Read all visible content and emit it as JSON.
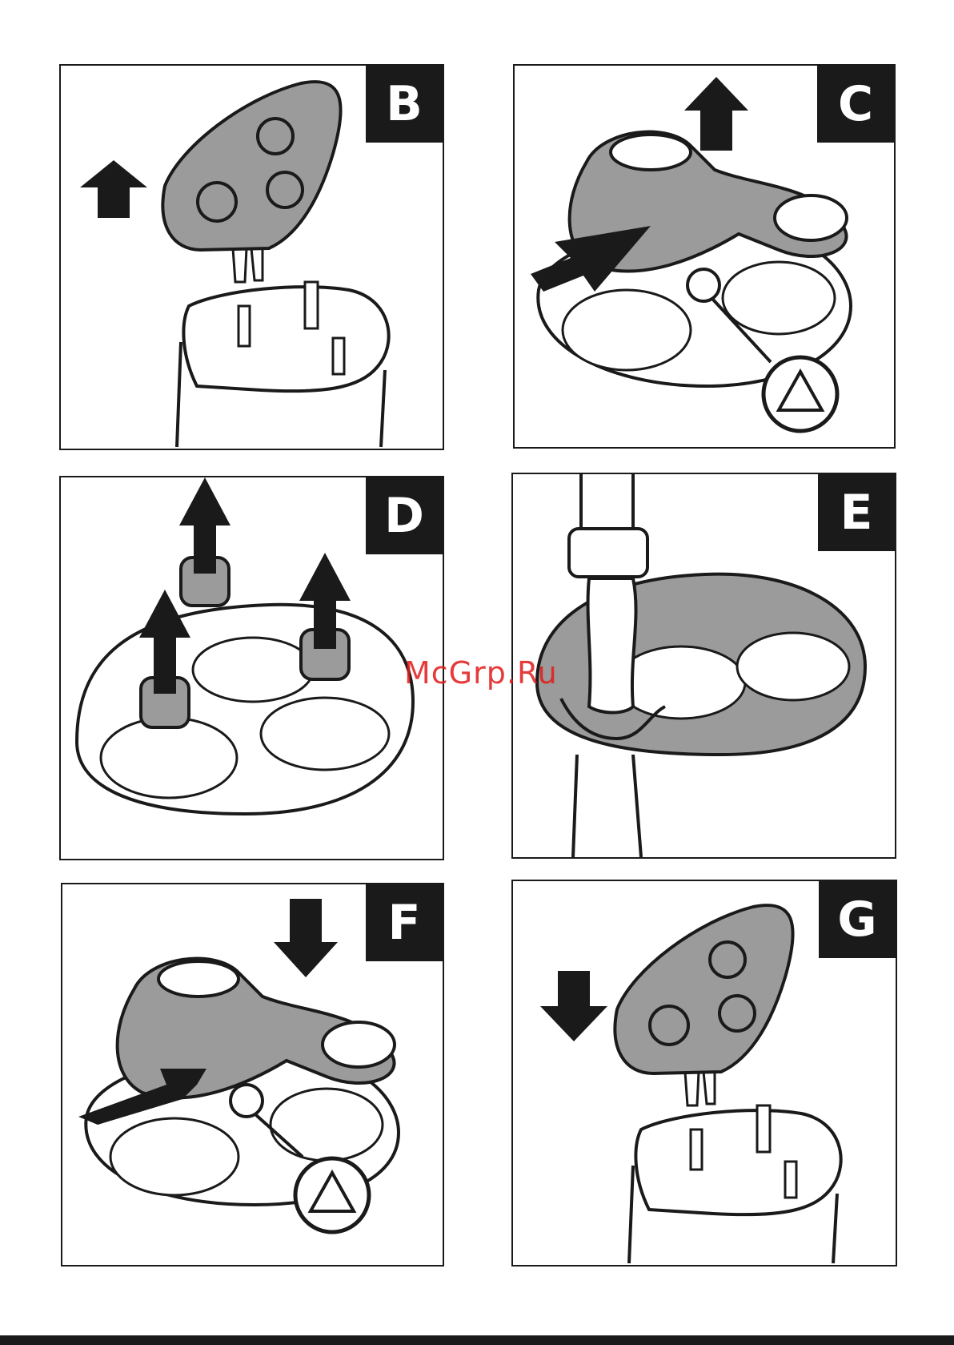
{
  "panels": [
    {
      "label": "B"
    },
    {
      "label": "C"
    },
    {
      "label": "D"
    },
    {
      "label": "E"
    },
    {
      "label": "F"
    },
    {
      "label": "G"
    }
  ],
  "watermark": "McGrp.Ru",
  "colors": {
    "ink": "#1a1a1a",
    "part_gray": "#9b9b9b",
    "watermark": "#e21a1a"
  },
  "icons": [
    "arrow-up-icon",
    "arrow-right-icon",
    "arrow-left-icon",
    "arrow-down-icon",
    "triangle-lock-icon",
    "water-stream-icon"
  ]
}
